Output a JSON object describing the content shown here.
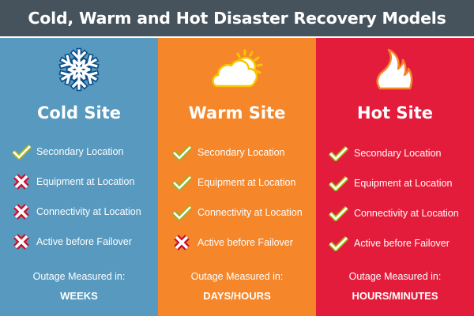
{
  "title": "Cold, Warm and Hot Disaster Recovery Models",
  "colors": {
    "header": "#46535d",
    "cold": "#5799bf",
    "warm": "#f5862a",
    "hot": "#e41c3b",
    "check": "#a8b820",
    "cross": "#c8102e"
  },
  "outage_label": "Outage Measured in:",
  "columns": [
    {
      "name": "Cold Site",
      "icon": "snowflake-icon",
      "features": [
        {
          "label": "Secondary Location",
          "status": "check"
        },
        {
          "label": "Equipment at Location",
          "status": "cross"
        },
        {
          "label": "Connectivity at Location",
          "status": "cross"
        },
        {
          "label": "Active before Failover",
          "status": "cross"
        }
      ],
      "outage": "WEEKS"
    },
    {
      "name": "Warm Site",
      "icon": "sun-cloud-icon",
      "features": [
        {
          "label": "Secondary Location",
          "status": "check"
        },
        {
          "label": "Equipment at Location",
          "status": "check"
        },
        {
          "label": "Connectivity at Location",
          "status": "check"
        },
        {
          "label": "Active before Failover",
          "status": "cross"
        }
      ],
      "outage": "DAYS/HOURS"
    },
    {
      "name": "Hot Site",
      "icon": "flame-icon",
      "features": [
        {
          "label": "Secondary Location",
          "status": "check"
        },
        {
          "label": "Equipment at Location",
          "status": "check"
        },
        {
          "label": "Connectivity at Location",
          "status": "check"
        },
        {
          "label": "Active before Failover",
          "status": "check"
        }
      ],
      "outage": "HOURS/MINUTES"
    }
  ]
}
